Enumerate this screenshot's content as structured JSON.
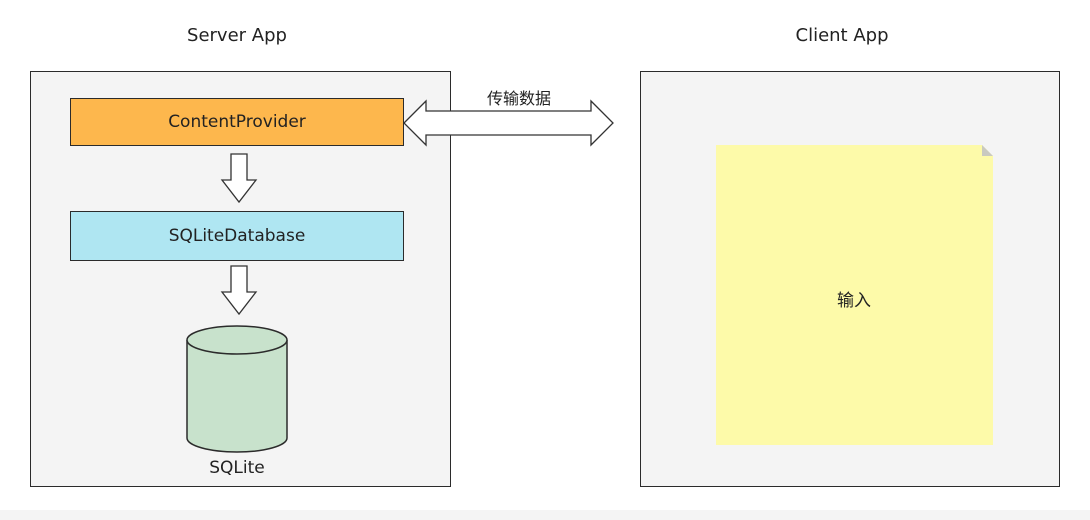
{
  "server": {
    "title": "Server App",
    "layers": [
      {
        "label": "ContentProvider",
        "color": "#fdb74d"
      },
      {
        "label": "SQLiteDatabase",
        "color": "#afe6f2"
      }
    ],
    "database": {
      "label": "SQLite",
      "color": "#c8e2cc"
    }
  },
  "client": {
    "title": "Client App",
    "note": {
      "label": "输入",
      "color": "#fdfaa9"
    }
  },
  "connection": {
    "label": "传输数据"
  }
}
